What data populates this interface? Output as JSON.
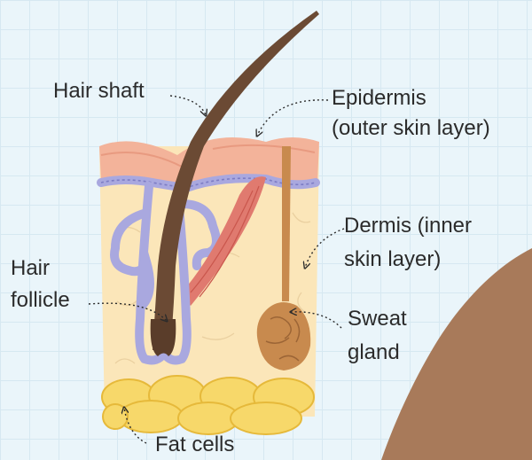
{
  "labels": {
    "hair_shaft": "Hair shaft",
    "epidermis_line1": "Epidermis",
    "epidermis_line2": "(outer skin layer)",
    "dermis_line1": "Dermis (inner",
    "dermis_line2": "skin layer)",
    "hair_follicle_line1": "Hair",
    "hair_follicle_line2": "follicle",
    "sweat_gland_line1": "Sweat",
    "sweat_gland_line2": "gland",
    "fat_cells": "Fat cells"
  },
  "colors": {
    "background": "#eaf5fa",
    "grid": "#d6e8f1",
    "dermis": "#fbe6b9",
    "epidermis": "#f3b39a",
    "basal_layer": "#a9a8df",
    "hair": "#6b4a34",
    "muscle": "#e07a6f",
    "sweat_gland": "#c88a4e",
    "fat": "#f7d86a",
    "arm_skin": "#a87a5a",
    "text": "#2b2b2b"
  }
}
